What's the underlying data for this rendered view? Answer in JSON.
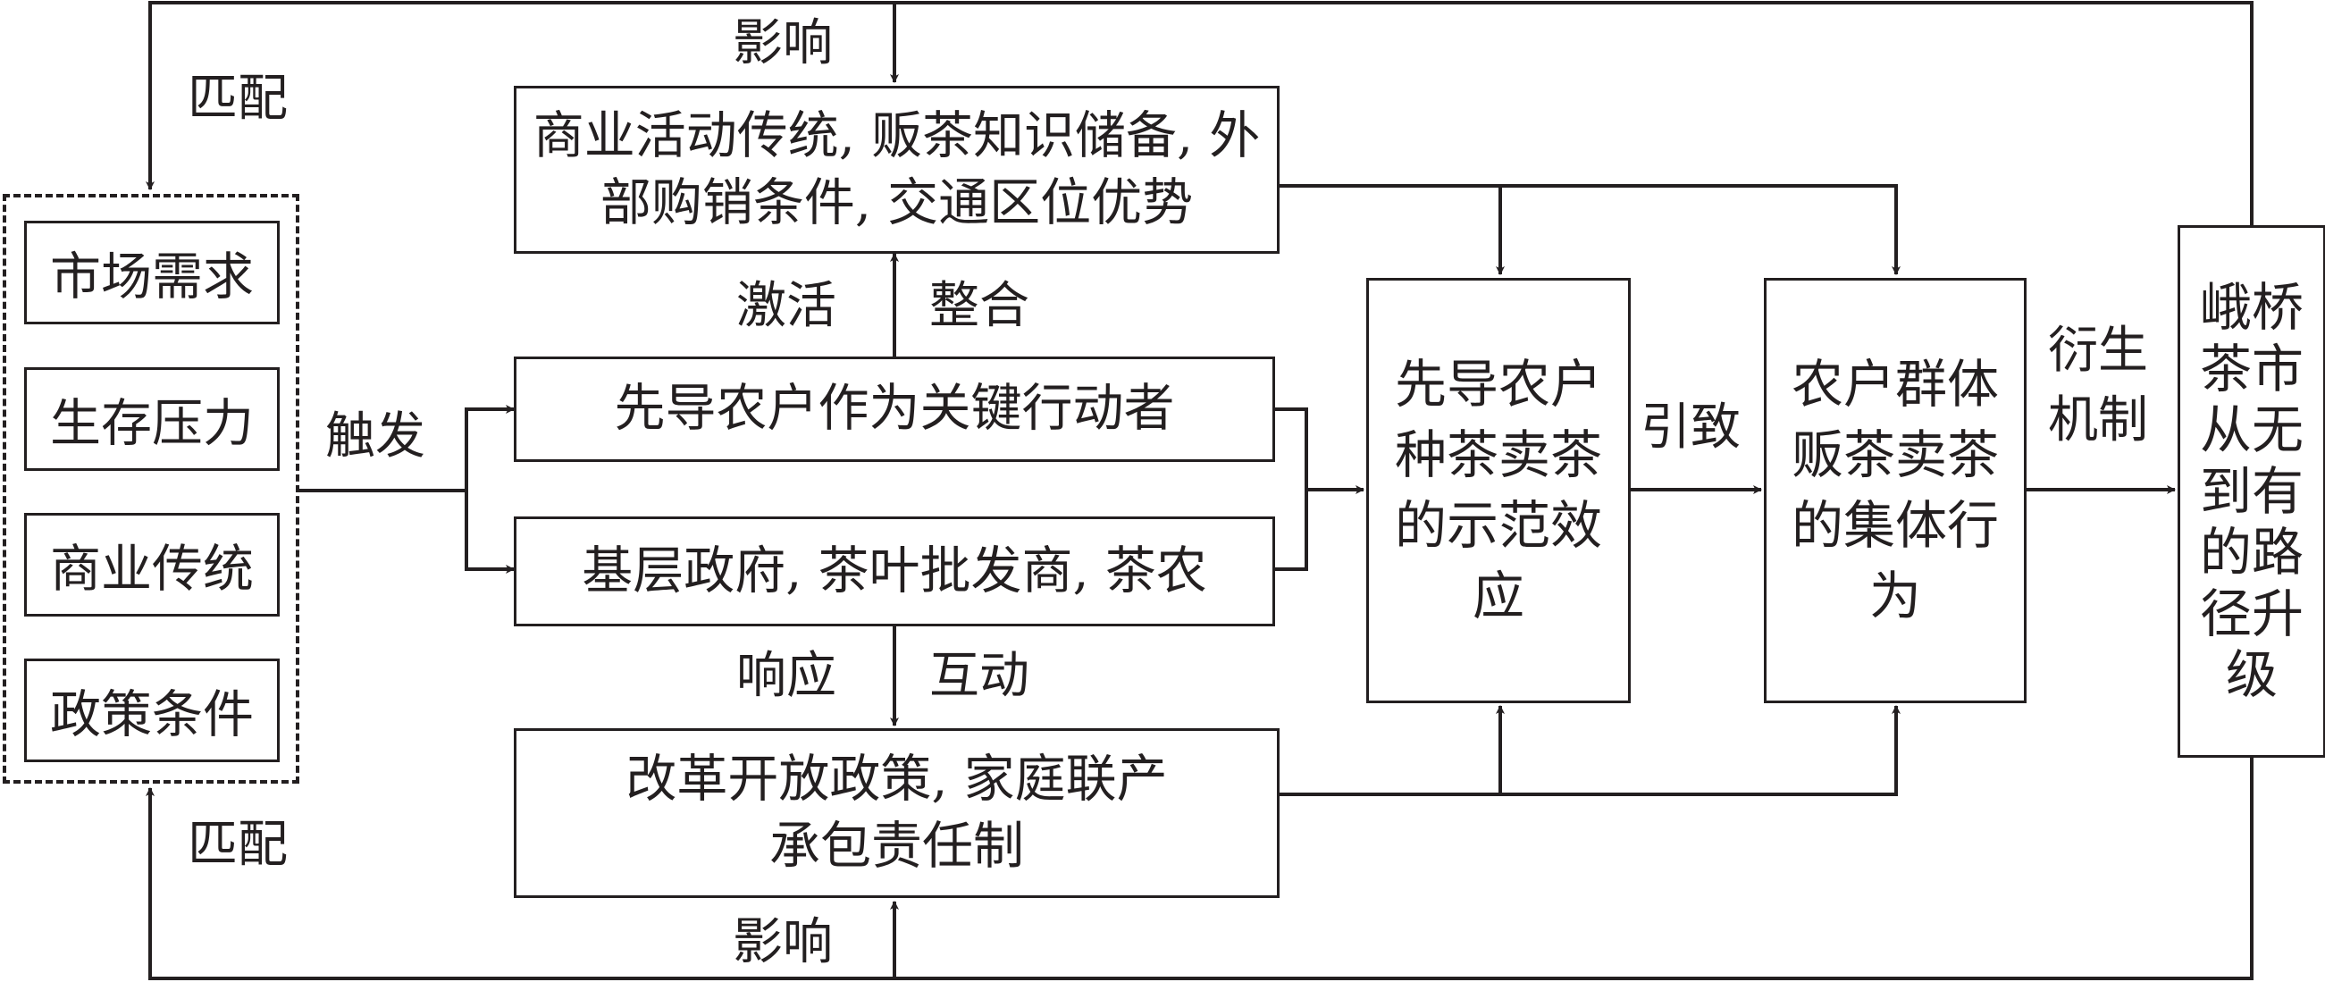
{
  "colors": {
    "ink": "#231f20",
    "background": "#ffffff"
  },
  "nodes": {
    "resources": "商业活动传统, 贩茶知识储备, 外部购销条件, 交通区位优势",
    "pioneer": "先导农户作为关键行动者",
    "actors": "基层政府, 茶叶批发商, 茶农",
    "policy": "改革开放政策, 家庭联产承包责任制",
    "demo_effect": "先导农户种茶卖茶的示范效应",
    "collective": "农户群体贩茶卖茶的集体行为",
    "outcome": "峨桥茶市从无到有的路径升级"
  },
  "factors": [
    "市场需求",
    "生存压力",
    "商业传统",
    "政策条件"
  ],
  "labels": {
    "influence_top": "影响",
    "match_top": "匹配",
    "activate": "激活",
    "integrate": "整合",
    "trigger": "触发",
    "lead_to": "引致",
    "derive_line1": "衍生",
    "derive_line2": "机制",
    "respond": "响应",
    "interact": "互动",
    "match_bottom": "匹配",
    "influence_bottom": "影响"
  }
}
